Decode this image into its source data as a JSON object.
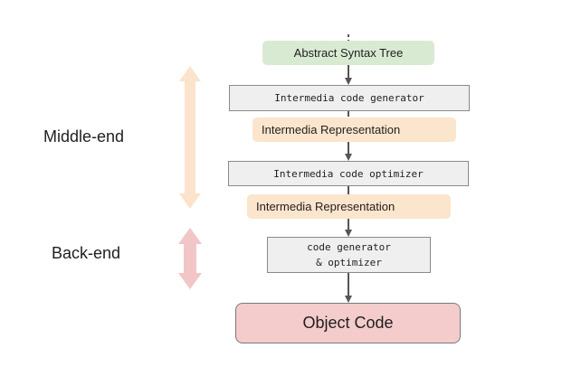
{
  "stages": {
    "middle_end": "Middle-end",
    "back_end": "Back-end"
  },
  "pipeline": {
    "ast": "Abstract Syntax Tree",
    "ir_generator": "Intermedia code generator",
    "ir_rep_1": "Intermedia Representation",
    "ir_optimizer": "Intermedia code optimizer",
    "ir_rep_2": "Intermedia Representation",
    "codegen_line1": "code generator",
    "codegen_line2": "& optimizer",
    "object_code": "Object Code"
  },
  "colors": {
    "ast_fill": "#d9ead3",
    "rep_fill": "#fce5cd",
    "code_fill": "#efefef",
    "object_fill": "#f4cccc",
    "middle_arrow": "#fbe3cc",
    "back_arrow": "#f2c6c6",
    "connector": "#555555"
  }
}
